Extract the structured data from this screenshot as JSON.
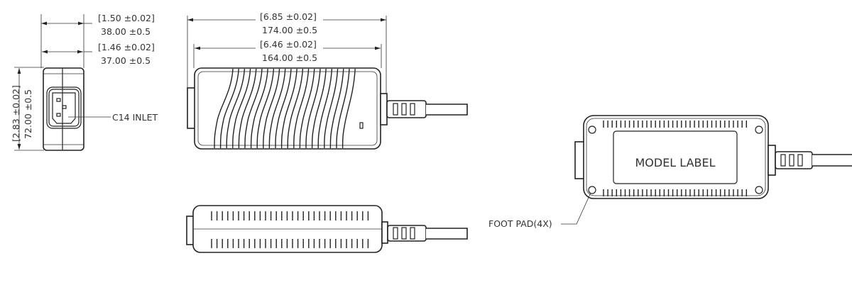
{
  "end_view": {
    "overall_width_in": "[1.50 ±0.02]",
    "overall_width_mm": "38.00 ±0.5",
    "body_width_in": "[1.46 ±0.02]",
    "body_width_mm": "37.00 ±0.5",
    "height_in": "[2.83 ±0.02]",
    "height_mm": "72.00 ±0.5",
    "inlet_label": "C14 INLET"
  },
  "top_view": {
    "overall_length_in": "[6.85 ±0.02]",
    "overall_length_mm": "174.00 ±0.5",
    "body_length_in": "[6.46 ±0.02]",
    "body_length_mm": "164.00 ±0.5"
  },
  "bottom_view": {
    "label_text": "MODEL LABEL",
    "foot_pad_label": "FOOT PAD(4X)"
  },
  "colors": {
    "line": "#222222",
    "text": "#333333",
    "background": "#ffffff"
  }
}
